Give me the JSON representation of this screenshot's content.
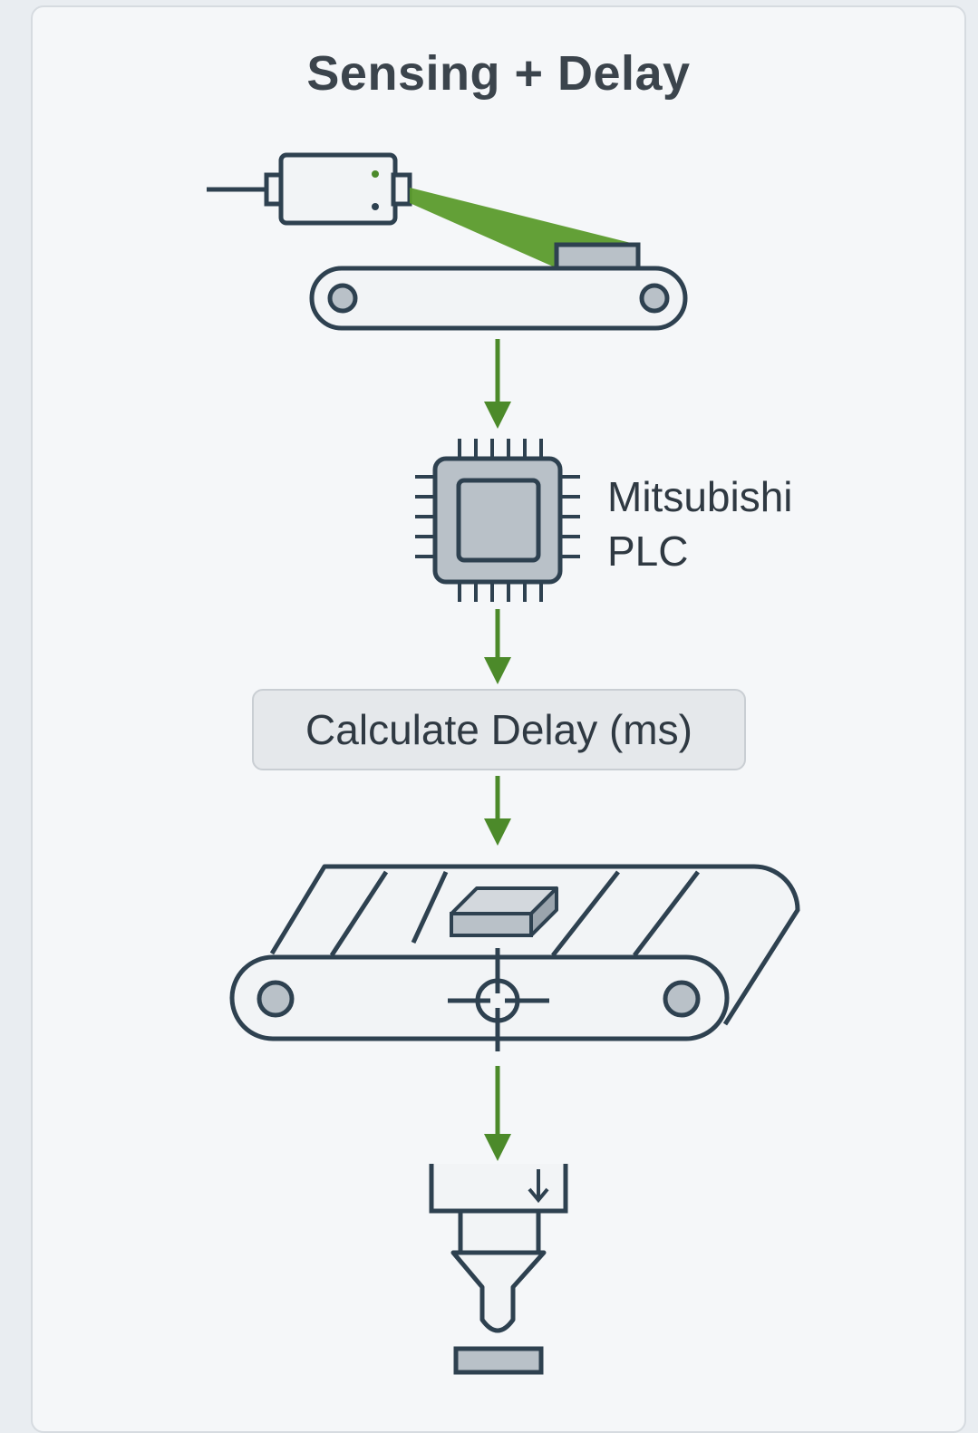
{
  "title": "Sensing + Delay",
  "plc": {
    "label_line1": "Mitsubishi",
    "label_line2": "PLC"
  },
  "delay_step": {
    "label": "Calculate Delay (ms)"
  },
  "colors": {
    "accent_green": "#4c8a2a",
    "beam_green": "#5b9b2c",
    "outline": "#2e4150",
    "fill_light": "#f2f4f6",
    "fill_gray": "#b9c1c8",
    "card_background": "#f5f7f9"
  },
  "icons": [
    "photoelectric-sensor-icon",
    "conveyor-icon",
    "plc-chip-icon",
    "target-crosshair-icon",
    "punch-press-icon"
  ]
}
